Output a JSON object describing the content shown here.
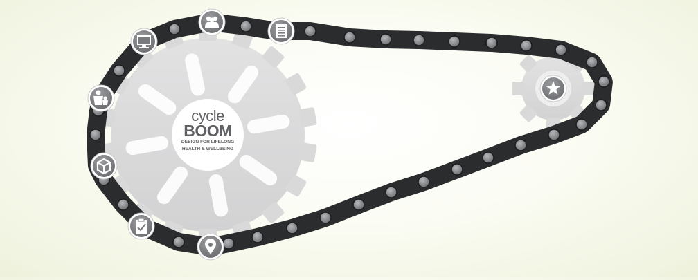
{
  "brand": {
    "word1": "cycle",
    "word2": "BOOM",
    "tagline_line1": "DESIGN FOR LIFELONG",
    "tagline_line2": "HEALTH & WELLBEING"
  },
  "colors": {
    "background": "#f7f9ec",
    "sprocket": "#d9d9da",
    "chain_link": "#2b2c2e",
    "chain_roller": "#8c8d90",
    "icon_button": "#7a7b7e",
    "brand_text": "#5f6063"
  },
  "nav_icons": [
    {
      "name": "group-icon"
    },
    {
      "name": "document-icon"
    },
    {
      "name": "computer-icon"
    },
    {
      "name": "family-icon"
    },
    {
      "name": "cube-icon"
    },
    {
      "name": "clipboard-check-icon"
    },
    {
      "name": "location-pin-icon"
    },
    {
      "name": "star-icon"
    }
  ]
}
